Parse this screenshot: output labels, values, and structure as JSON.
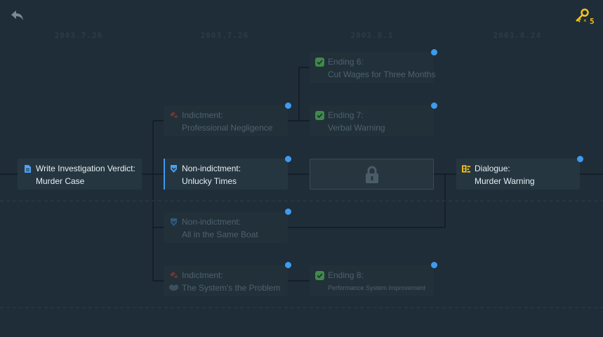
{
  "header": {
    "back_icon": "back-arrow-icon",
    "key_icon": "key-icon",
    "key_count": "5",
    "key_count_prefix": "×",
    "dates": [
      "2003.7.26",
      "2003.7.26",
      "2003.8.1",
      "2003.8.24"
    ]
  },
  "nodes": {
    "investigation": {
      "line1": "Write Investigation Verdict:",
      "line2": "Murder Case",
      "icon": "document-icon"
    },
    "negligence": {
      "line1": "Indictment:",
      "line2": "Professional Negligence",
      "icon": "indictment-icon"
    },
    "unlucky": {
      "line1": "Non-indictment:",
      "line2": "Unlucky Times",
      "icon": "non-indictment-icon"
    },
    "same_boat": {
      "line1": "Non-indictment:",
      "line2": "All in the Same Boat",
      "icon": "non-indictment-icon"
    },
    "system": {
      "line1": "Indictment:",
      "line2": "The System's the Problem",
      "icon": "indictment-icon"
    },
    "ending6": {
      "line1": "Ending 6:",
      "line2": "Cut Wages for Three Months",
      "icon": "check-icon"
    },
    "ending7": {
      "line1": "Ending 7:",
      "line2": "Verbal Warning",
      "icon": "check-icon"
    },
    "locked": {
      "icon": "lock-icon"
    },
    "ending8": {
      "line1": "Ending 8:",
      "line2": "Performance System Improvement",
      "icon": "check-icon"
    },
    "dialogue": {
      "line1": "Dialogue:",
      "line2": "Murder Warning",
      "icon": "dialogue-icon"
    }
  },
  "colors": {
    "background": "#1f2d39",
    "node": "#263640",
    "accent_blue": "#3d9bf0",
    "key_gold": "#f2c21b",
    "check_green": "#3f8a4a",
    "indictment_red": "#7a3535"
  }
}
